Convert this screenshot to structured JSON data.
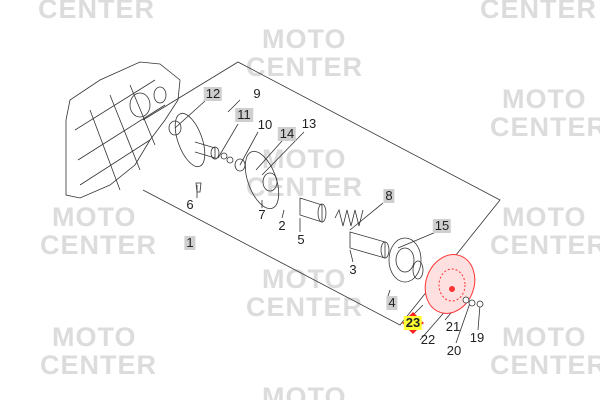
{
  "watermark": {
    "line1": "MOTO",
    "line2": "CENTER"
  },
  "callouts": {
    "p1": "1",
    "p2": "2",
    "p3": "3",
    "p4": "4",
    "p5": "5",
    "p6": "6",
    "p7": "7",
    "p8": "8",
    "p9": "9",
    "p10": "10",
    "p11": "11",
    "p12": "12",
    "p13": "13",
    "p14": "14",
    "p15": "15",
    "p19": "19",
    "p20": "20",
    "p21": "21",
    "p22": "22",
    "p23": "23"
  },
  "colors": {
    "highlight_part": "#ff3333",
    "selected_label": "#ffff33"
  }
}
